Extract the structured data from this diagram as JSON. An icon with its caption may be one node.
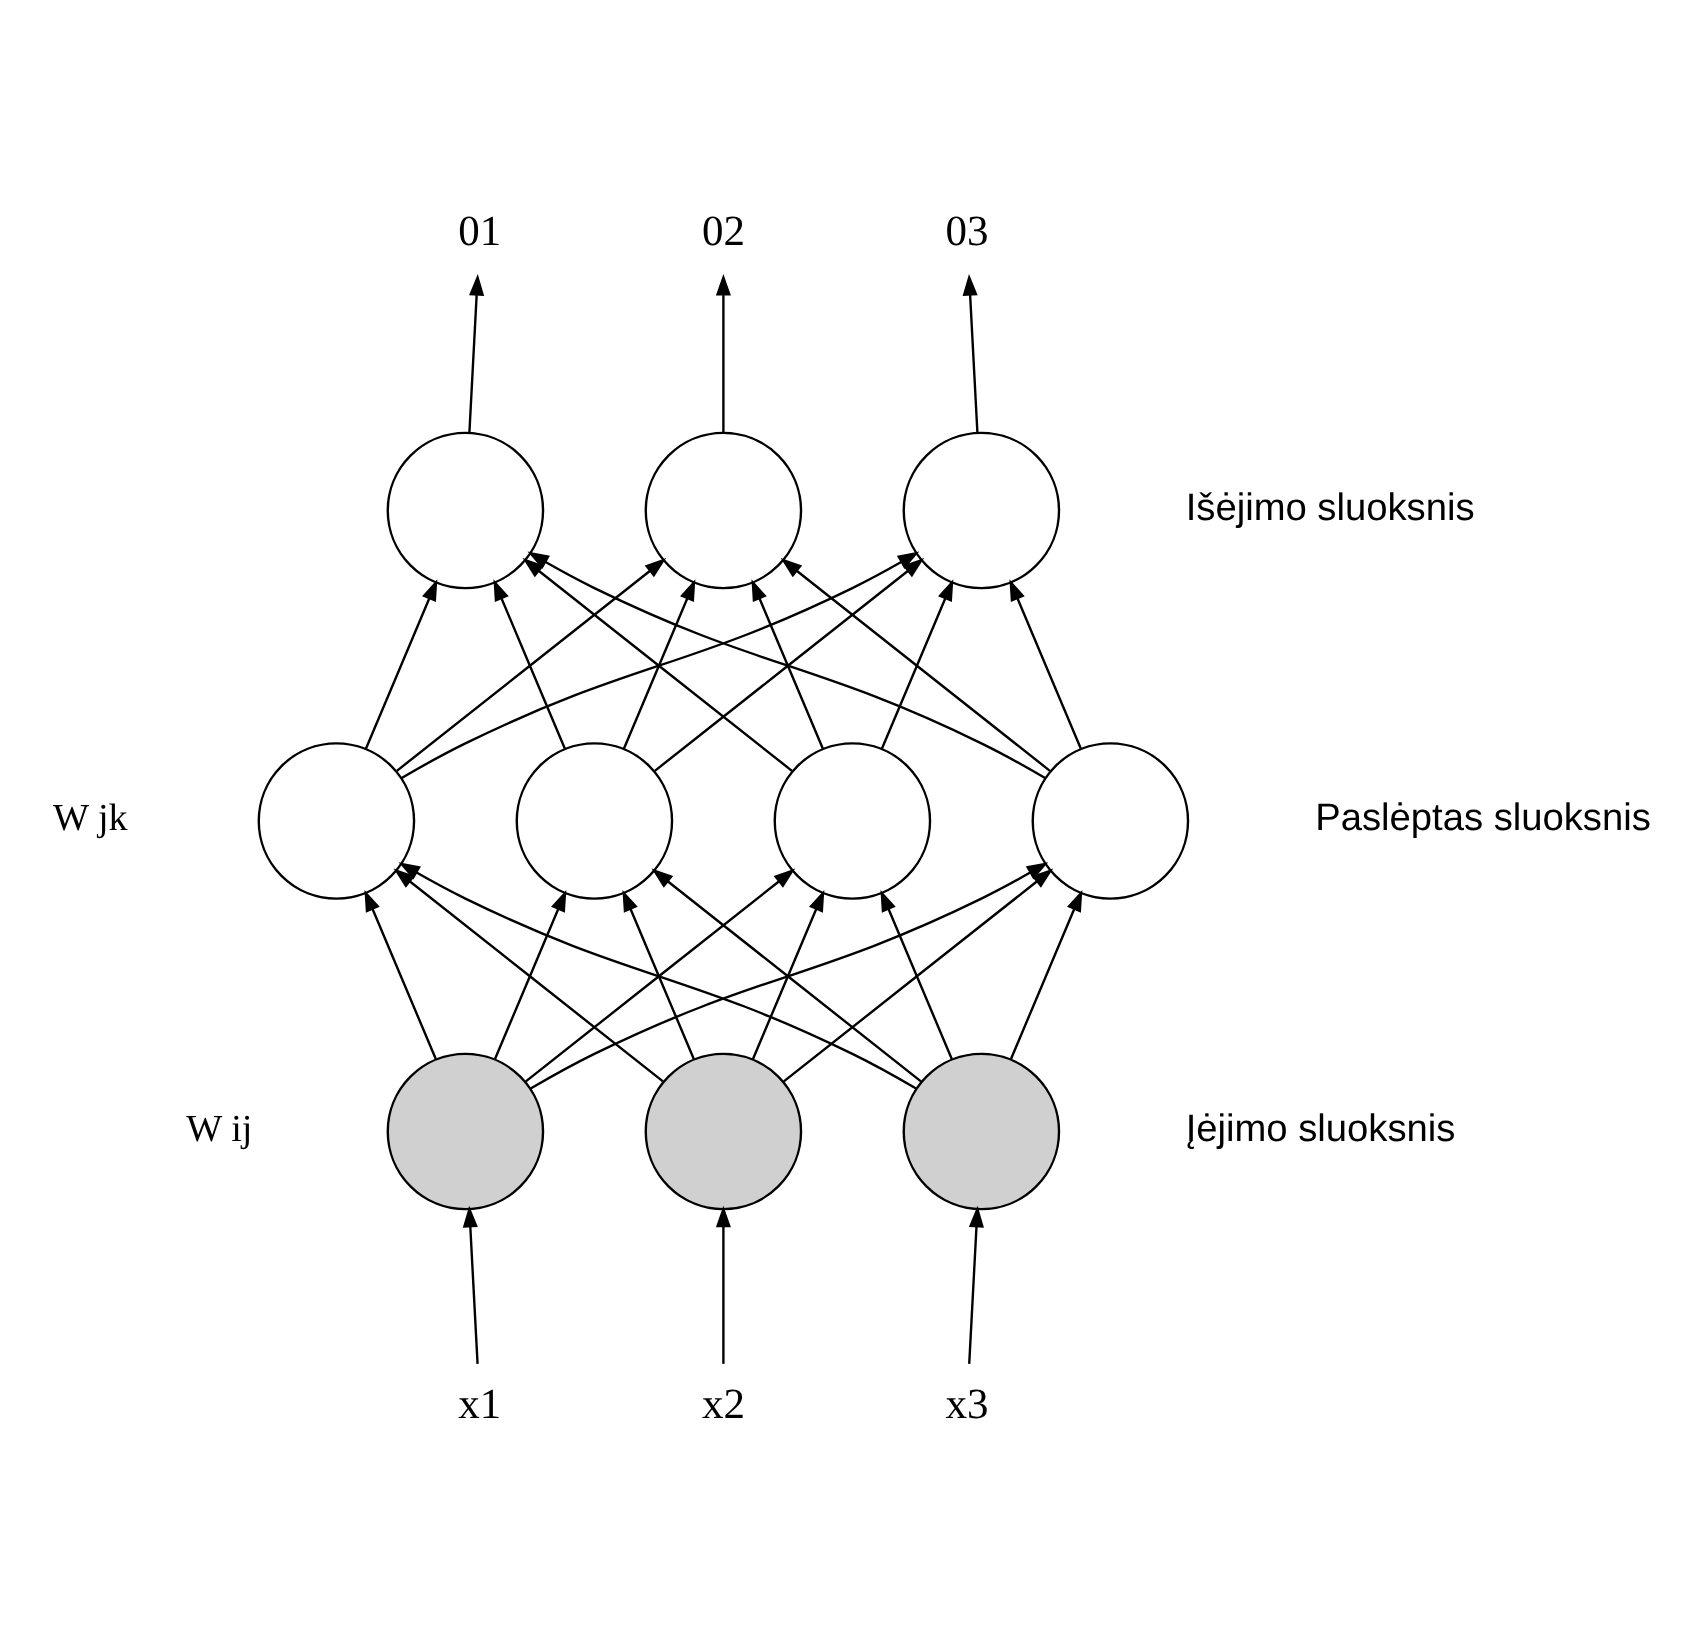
{
  "diagram": {
    "nodes": [
      {
        "text": [
          "01"
        ]
      },
      {
        "text": [
          "02"
        ]
      },
      {
        "text": [
          "03"
        ]
      },
      {
        "text": [],
        "shape": "circle"
      },
      {
        "text": [],
        "shape": "circle"
      },
      {
        "text": [],
        "shape": "circle"
      },
      {
        "text": [],
        "shape": "circle"
      },
      {
        "text": [],
        "shape": "circle"
      },
      {
        "text": [],
        "shape": "circle"
      },
      {
        "text": [],
        "shape": "circle"
      },
      {
        "text": [],
        "shape": "circle"
      },
      {
        "text": [],
        "shape": "circle"
      },
      {
        "text": [],
        "shape": "circle"
      },
      {
        "text": [
          "x1"
        ]
      },
      {
        "text": [
          "x2"
        ]
      },
      {
        "text": [
          "x3"
        ]
      }
    ],
    "edges": [
      {
        "from": 3,
        "to": 0,
        "arrow": "to"
      },
      {
        "from": 4,
        "to": 1,
        "arrow": "to"
      },
      {
        "from": 5,
        "to": 2,
        "arrow": "to"
      },
      {
        "from": 6,
        "to": 3,
        "arrow": "to"
      },
      {
        "from": 6,
        "to": 4,
        "arrow": "to"
      },
      {
        "from": 6,
        "to": 5,
        "arrow": "to"
      },
      {
        "from": 7,
        "to": 3,
        "arrow": "to"
      },
      {
        "from": 7,
        "to": 4,
        "arrow": "to"
      },
      {
        "from": 7,
        "to": 5,
        "arrow": "to"
      },
      {
        "from": 8,
        "to": 3,
        "arrow": "to"
      },
      {
        "from": 8,
        "to": 4,
        "arrow": "to"
      },
      {
        "from": 8,
        "to": 5,
        "arrow": "to"
      },
      {
        "from": 9,
        "to": 3,
        "arrow": "to"
      },
      {
        "from": 9,
        "to": 4,
        "arrow": "to"
      },
      {
        "from": 9,
        "to": 5,
        "arrow": "to"
      },
      {
        "from": 10,
        "to": 6,
        "arrow": "to"
      },
      {
        "from": 10,
        "to": 7,
        "arrow": "to"
      },
      {
        "from": 10,
        "to": 8,
        "arrow": "to"
      },
      {
        "from": 10,
        "to": 9,
        "arrow": "to"
      },
      {
        "from": 11,
        "to": 6,
        "arrow": "to"
      },
      {
        "from": 11,
        "to": 7,
        "arrow": "to"
      },
      {
        "from": 11,
        "to": 8,
        "arrow": "to"
      },
      {
        "from": 11,
        "to": 9,
        "arrow": "to"
      },
      {
        "from": 12,
        "to": 6,
        "arrow": "to"
      },
      {
        "from": 12,
        "to": 7,
        "arrow": "to"
      },
      {
        "from": 12,
        "to": 8,
        "arrow": "to"
      },
      {
        "from": 12,
        "to": 9,
        "arrow": "to"
      },
      {
        "from": 13,
        "to": 10,
        "arrow": "to"
      },
      {
        "from": 14,
        "to": 11,
        "arrow": "to"
      },
      {
        "from": 15,
        "to": 12,
        "arrow": "to"
      }
    ],
    "labels": [
      "Išėjimo sluoksnis",
      "W jk",
      "Paslėptas sluoksnis",
      "W ij",
      "Įėjimo sluoksnis"
    ]
  }
}
